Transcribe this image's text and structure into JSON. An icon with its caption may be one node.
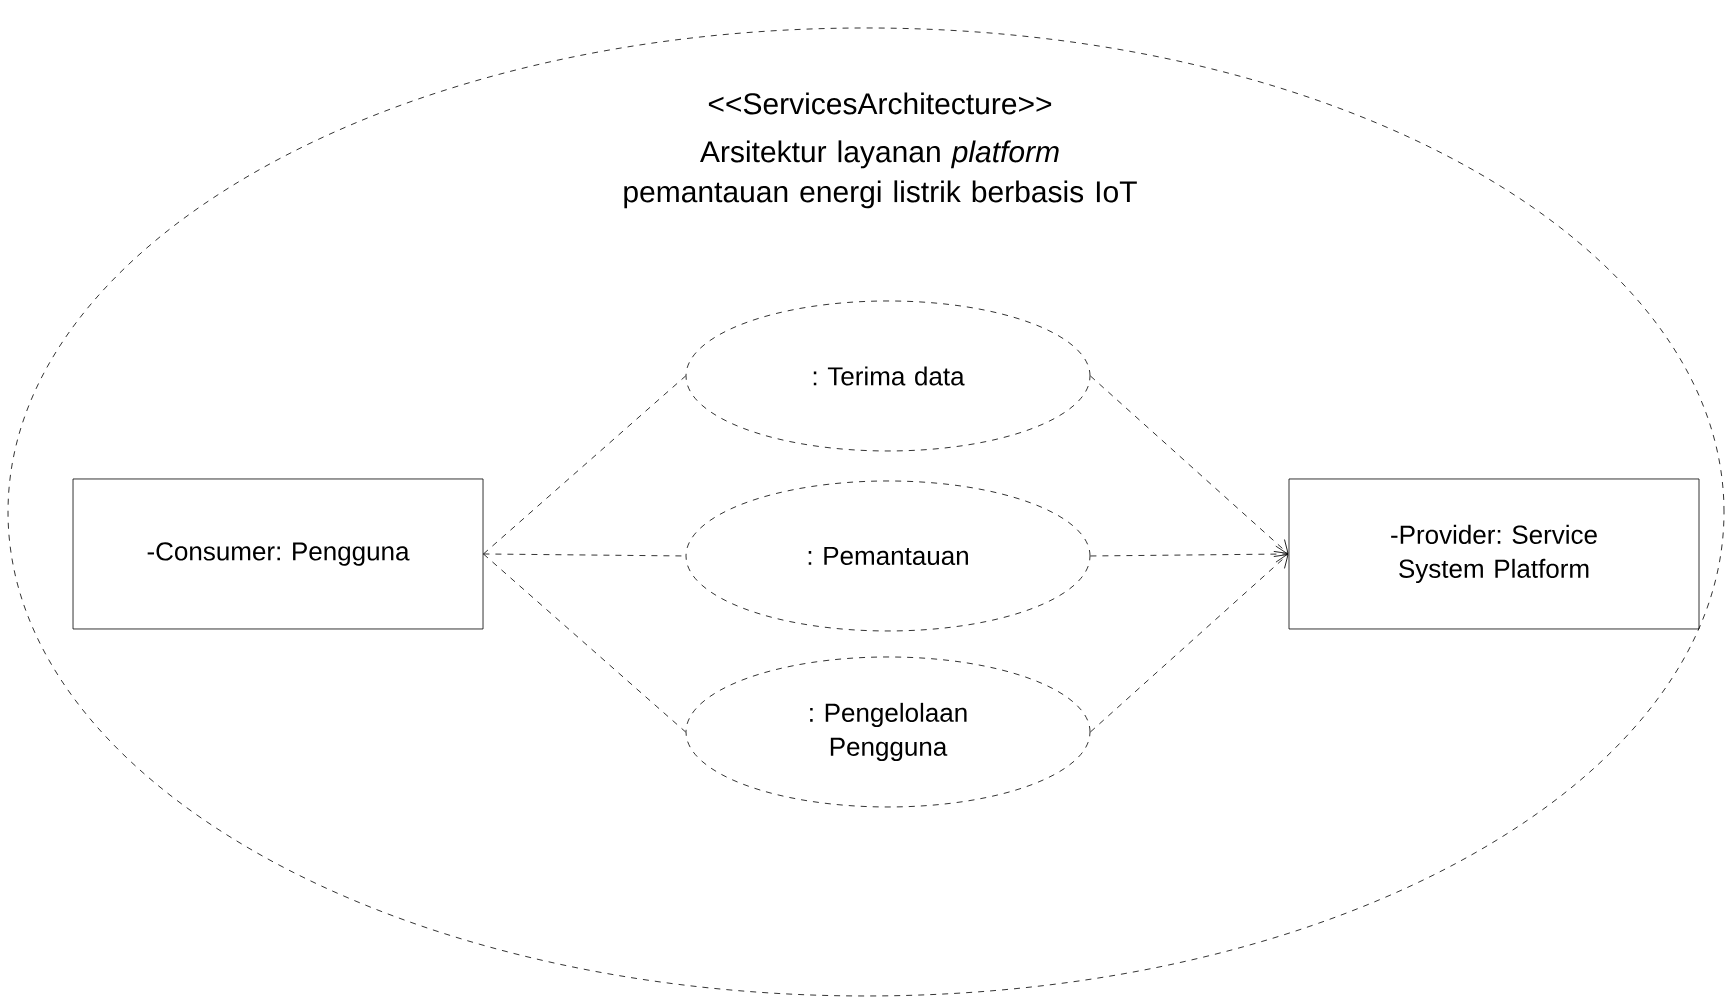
{
  "diagram": {
    "nodes": [
      {
        "text": [
          "<<ServicesArchitecture>>",
          "Arsitektur layanan *platform* pemantauan energi listrik berbasis IoT"
        ]
      },
      {
        "text": [
          "-Consumer: Pengguna"
        ],
        "in": 0
      },
      {
        "text": [
          ": Terima data"
        ],
        "in": 0
      },
      {
        "text": [
          ": Pemantauan"
        ],
        "in": 0
      },
      {
        "text": [
          ": Pengelolaan Pengguna"
        ],
        "in": 0
      },
      {
        "text": [
          "-Provider: Service System Platform"
        ],
        "in": 0
      }
    ],
    "edges": [
      {
        "from": 1,
        "to": 2,
        "arrow": "none",
        "style": "dashed"
      },
      {
        "from": 1,
        "to": 3,
        "arrow": "none",
        "style": "dashed"
      },
      {
        "from": 1,
        "to": 4,
        "arrow": "none",
        "style": "dashed"
      },
      {
        "from": 2,
        "to": 5,
        "arrow": "to",
        "style": "dashed"
      },
      {
        "from": 3,
        "to": 5,
        "arrow": "to",
        "style": "dashed"
      },
      {
        "from": 4,
        "to": 5,
        "arrow": "to",
        "style": "dashed"
      }
    ]
  }
}
